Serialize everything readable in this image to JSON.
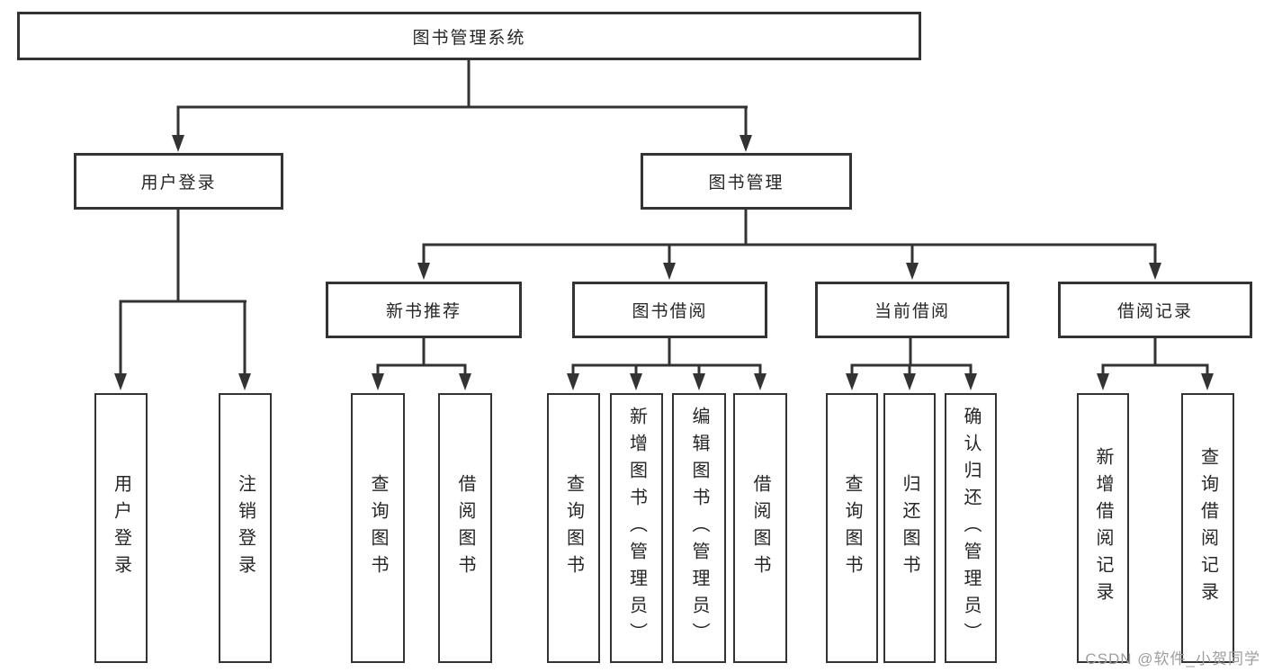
{
  "diagram": {
    "root": {
      "label": "图书管理系统",
      "children": [
        {
          "label": "用户登录",
          "children": [
            {
              "label": "用户登录"
            },
            {
              "label": "注销登录"
            }
          ]
        },
        {
          "label": "图书管理",
          "children": [
            {
              "label": "新书推荐",
              "children": [
                {
                  "label": "查询图书"
                },
                {
                  "label": "借阅图书"
                }
              ]
            },
            {
              "label": "图书借阅",
              "children": [
                {
                  "label": "查询图书"
                },
                {
                  "label": "新增图书（管理员）"
                },
                {
                  "label": "编辑图书（管理员）"
                },
                {
                  "label": "借阅图书"
                }
              ]
            },
            {
              "label": "当前借阅",
              "children": [
                {
                  "label": "查询图书"
                },
                {
                  "label": "归还图书"
                },
                {
                  "label": "确认归还（管理员）"
                }
              ]
            },
            {
              "label": "借阅记录",
              "children": [
                {
                  "label": "新增借阅记录"
                },
                {
                  "label": "查询借阅记录"
                }
              ]
            }
          ]
        }
      ]
    }
  },
  "watermark": {
    "text": "CSDN @软件_小贺同学"
  },
  "colors": {
    "line": "#333333",
    "box_border": "#333333",
    "box_fill": "#ffffff",
    "text": "#262626",
    "watermark": "#9e9e9e"
  }
}
